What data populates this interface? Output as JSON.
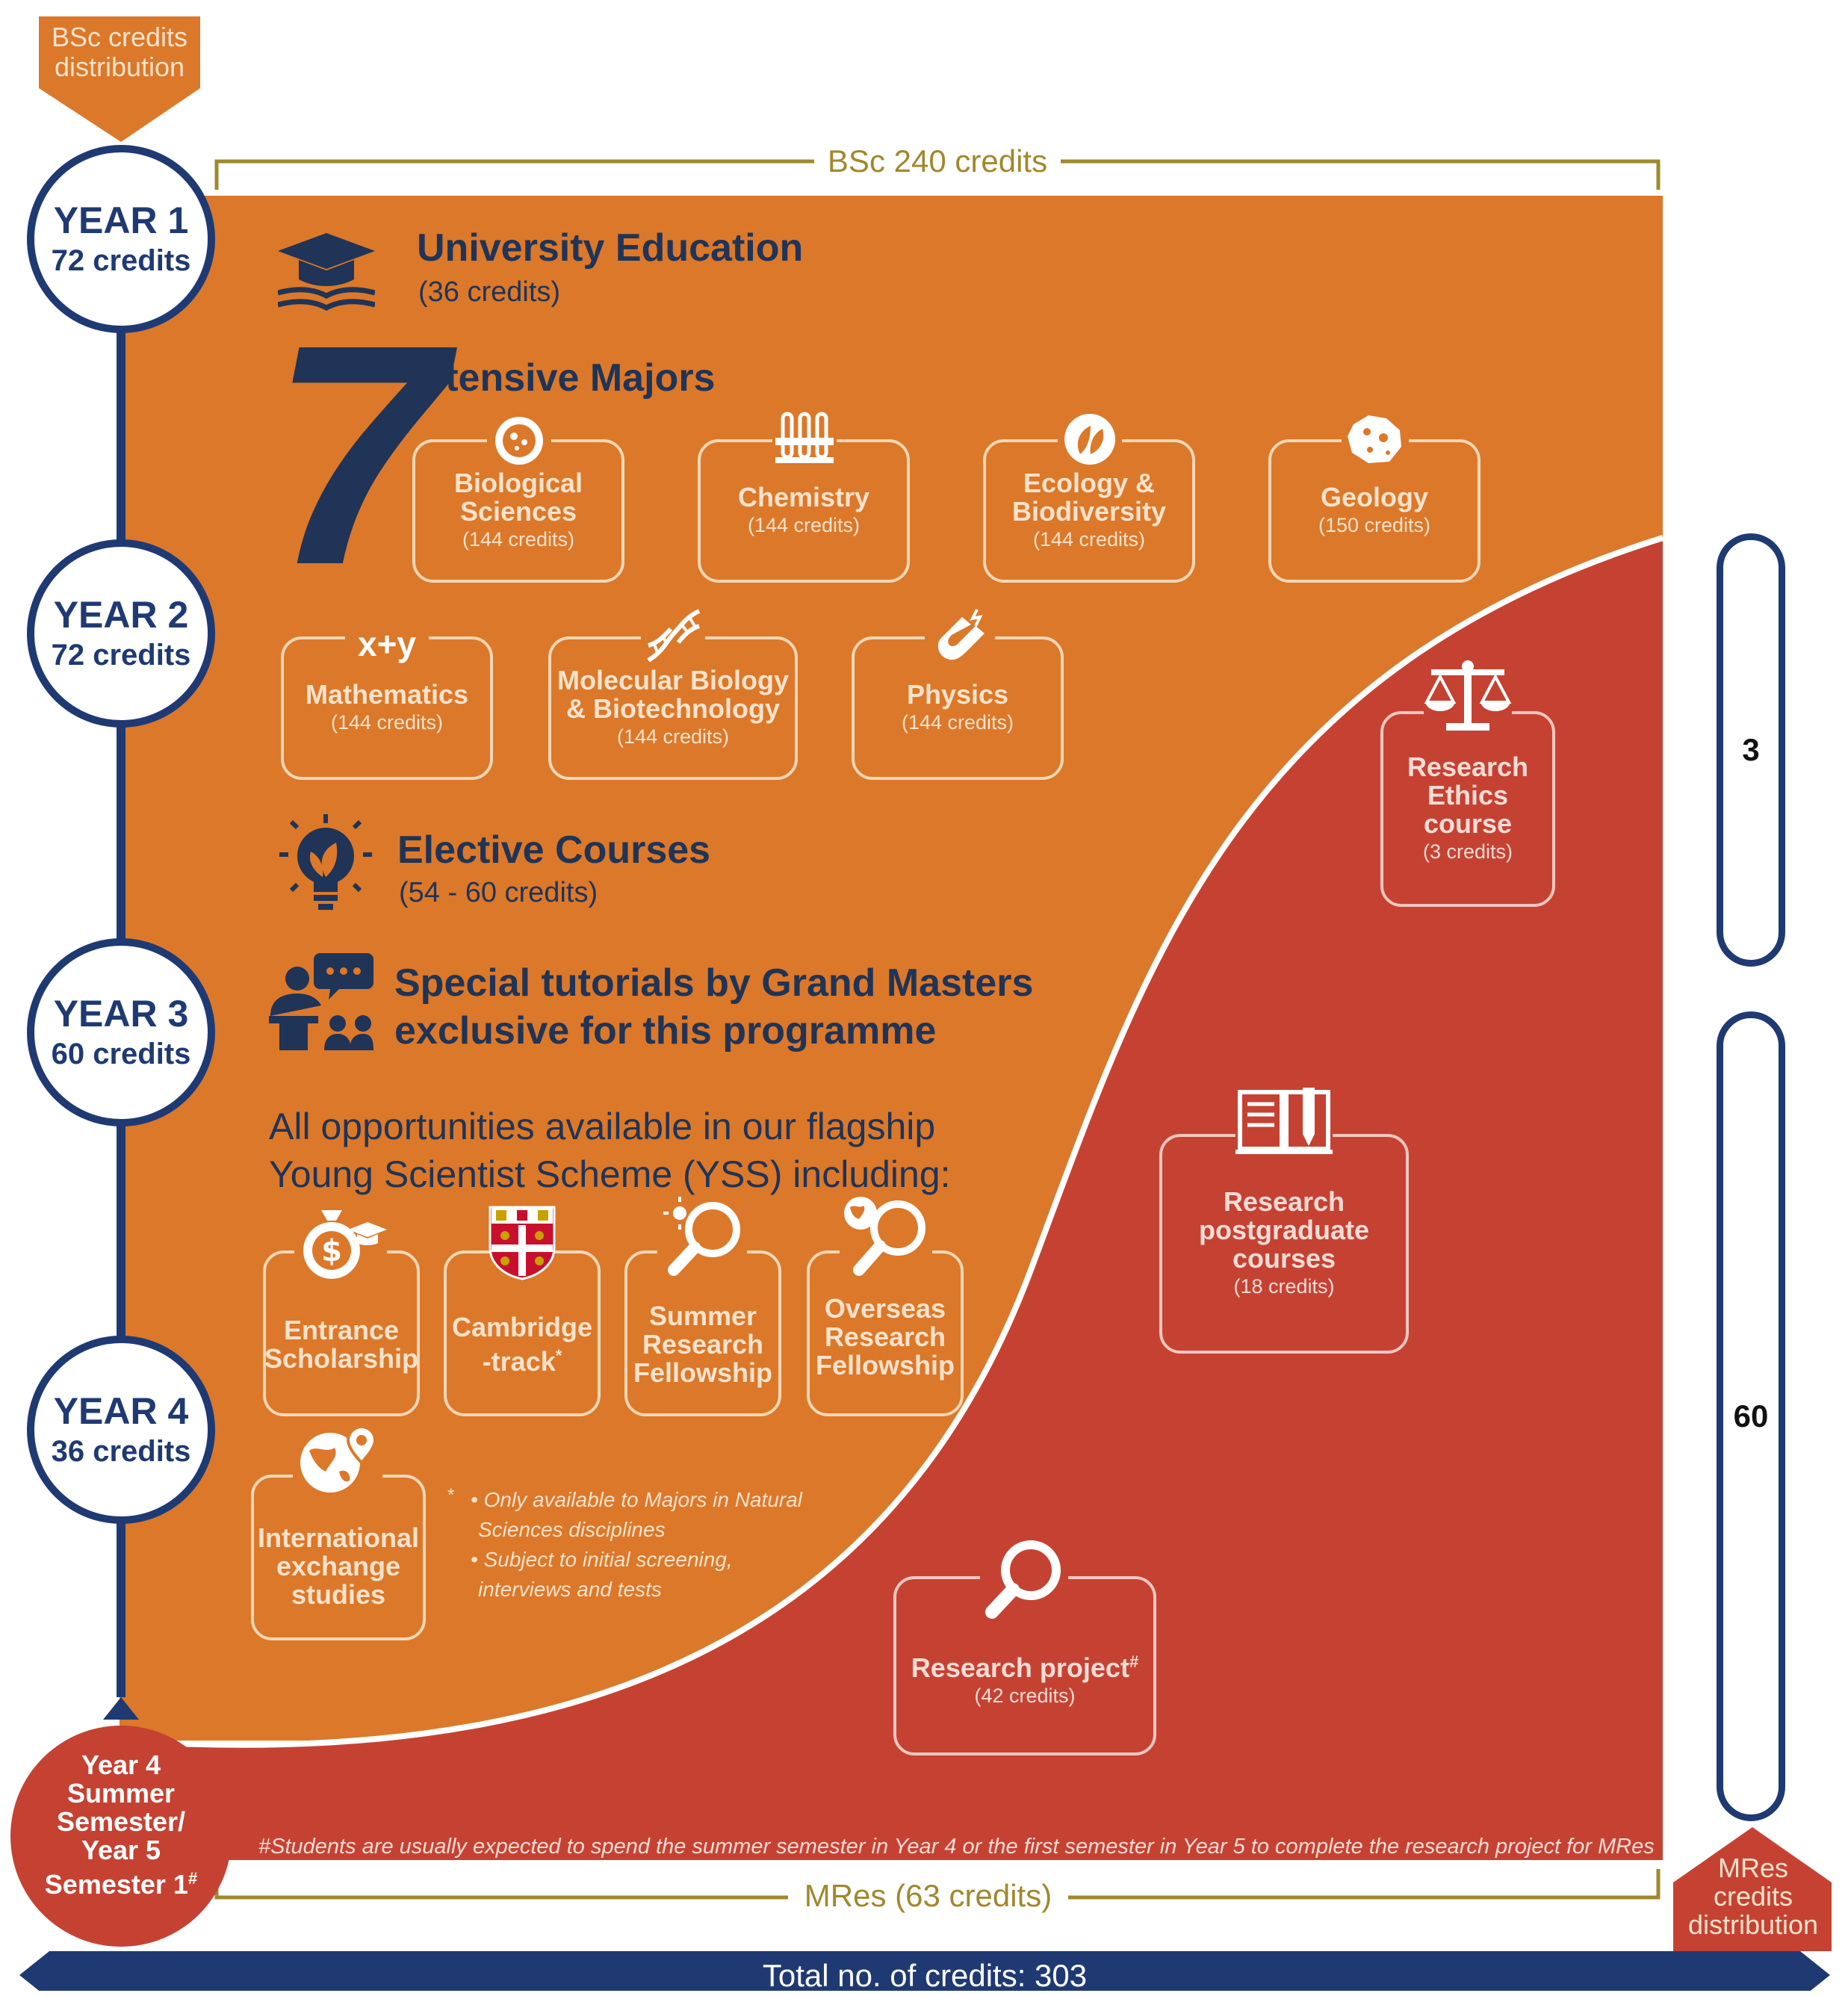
{
  "bsc_tab": "BSc credits distribution",
  "bsc_bracket": "BSc 240 credits",
  "mres_bracket": "MRes (63 credits)",
  "mres_tab": "MRes credits distribution",
  "total": "Total no. of credits: 303",
  "years": [
    {
      "label": "YEAR 1",
      "credits": "72 credits"
    },
    {
      "label": "YEAR 2",
      "credits": "72 credits"
    },
    {
      "label": "YEAR 3",
      "credits": "60 credits"
    },
    {
      "label": "YEAR 4",
      "credits": "36 credits"
    }
  ],
  "year5": {
    "l1": "Year 4",
    "l2": "Summer",
    "l3": "Semester/",
    "l4": "Year 5",
    "l5": "Semester 1",
    "mark": "#"
  },
  "university_education": {
    "title": "University Education",
    "credits": "(36 credits)"
  },
  "majors": {
    "number": "7",
    "title": "Intensive Majors",
    "items": [
      {
        "name1": "Biological",
        "name2": "Sciences",
        "credits": "(144 credits)"
      },
      {
        "name1": "Chemistry",
        "name2": "",
        "credits": "(144 credits)"
      },
      {
        "name1": "Ecology &",
        "name2": "Biodiversity",
        "credits": "(144 credits)"
      },
      {
        "name1": "Geology",
        "name2": "",
        "credits": "(150 credits)"
      },
      {
        "name1": "Mathematics",
        "name2": "",
        "credits": "(144 credits)"
      },
      {
        "name1": "Molecular Biology",
        "name2": "& Biotechnology",
        "credits": "(144 credits)"
      },
      {
        "name1": "Physics",
        "name2": "",
        "credits": "(144 credits)"
      }
    ],
    "math_glyph": "x+y"
  },
  "electives": {
    "title": "Elective Courses",
    "credits": "(54 - 60 credits)"
  },
  "tutorials": {
    "line1": "Special tutorials by Grand Masters",
    "line2": "exclusive for this programme"
  },
  "yss": {
    "line1": "All opportunities available in our flagship",
    "line2": "Young Scientist Scheme (YSS) including:",
    "items": [
      {
        "l1": "Entrance",
        "l2": "Scholarship",
        "l3": ""
      },
      {
        "l1": "Cambridge",
        "l2": "-track",
        "l3": "",
        "mark": "*"
      },
      {
        "l1": "Summer",
        "l2": "Research",
        "l3": "Fellowship"
      },
      {
        "l1": "Overseas",
        "l2": "Research",
        "l3": "Fellowship"
      },
      {
        "l1": "International",
        "l2": "exchange",
        "l3": "studies"
      }
    ],
    "footnote_mark": "*",
    "note1a": "Only available to Majors in Natural",
    "note1b": "Sciences disciplines",
    "note2a": "Subject to initial screening,",
    "note2b": "interviews and tests"
  },
  "mres": {
    "ethics": {
      "l1": "Research",
      "l2": "Ethics",
      "l3": "course",
      "credits": "(3 credits)"
    },
    "postgrad": {
      "l1": "Research",
      "l2": "postgraduate",
      "l3": "courses",
      "credits": "(18 credits)"
    },
    "project": {
      "l1": "Research project",
      "mark": "#",
      "credits": "(42 credits)"
    },
    "pill_3": "3",
    "pill_60": "60",
    "footnote": "#Students are usually expected to spend the summer semester in Year 4 or the first semester in Year 5 to complete the research project for MRes"
  },
  "colors": {
    "orange": "#dc782a",
    "red": "#c54233",
    "navy": "#1f3a73",
    "gold": "#a0882e"
  }
}
